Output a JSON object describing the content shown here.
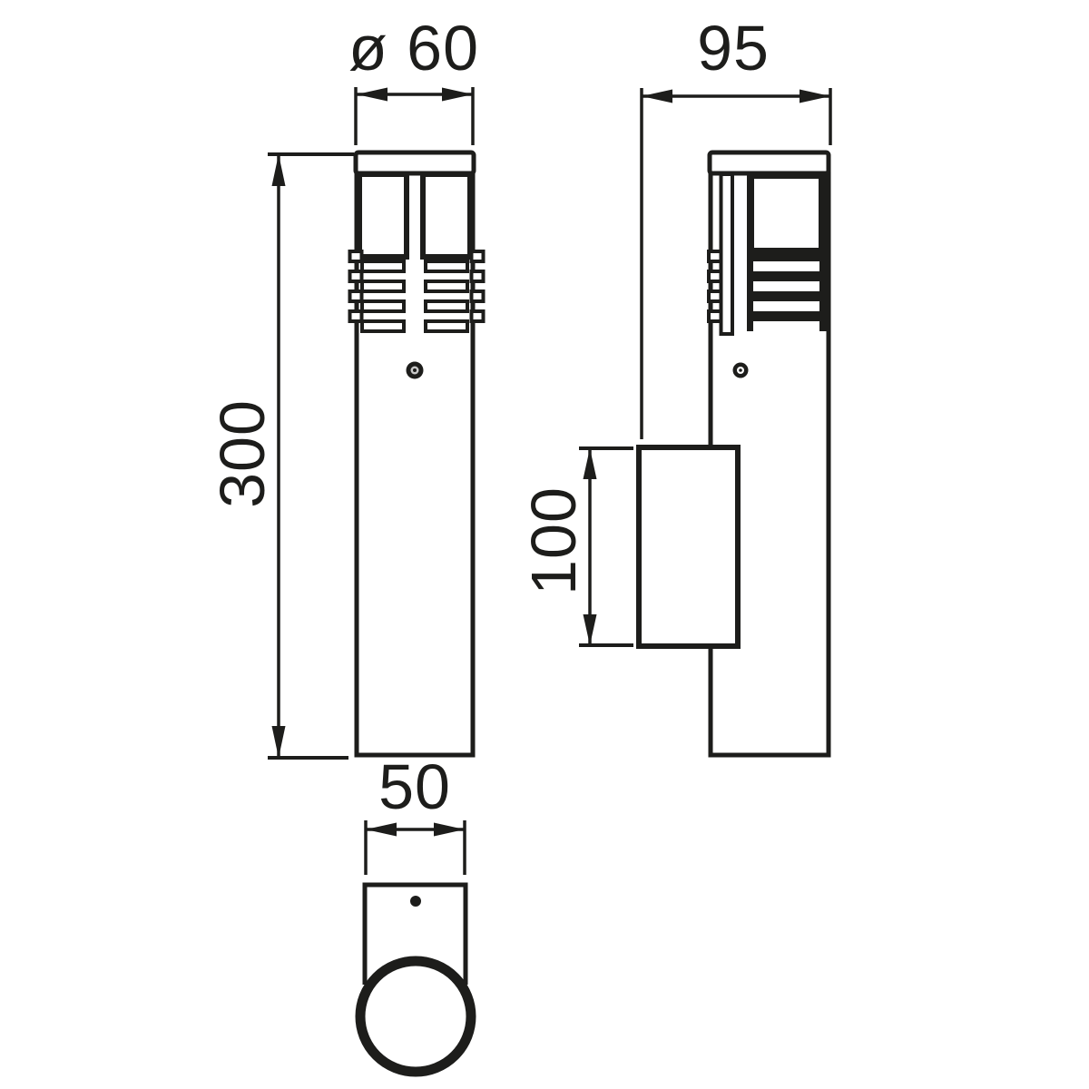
{
  "drawing": {
    "kind": "technical-dimension-drawing",
    "colors": {
      "line": "#1d1d1b",
      "background": "#ffffff",
      "screw_core": "#c8c8c8"
    },
    "dimensions": {
      "front_width": "ø 60",
      "side_depth": "95",
      "overall_height": "300",
      "junction_box_height": "100",
      "base_width": "50"
    }
  }
}
